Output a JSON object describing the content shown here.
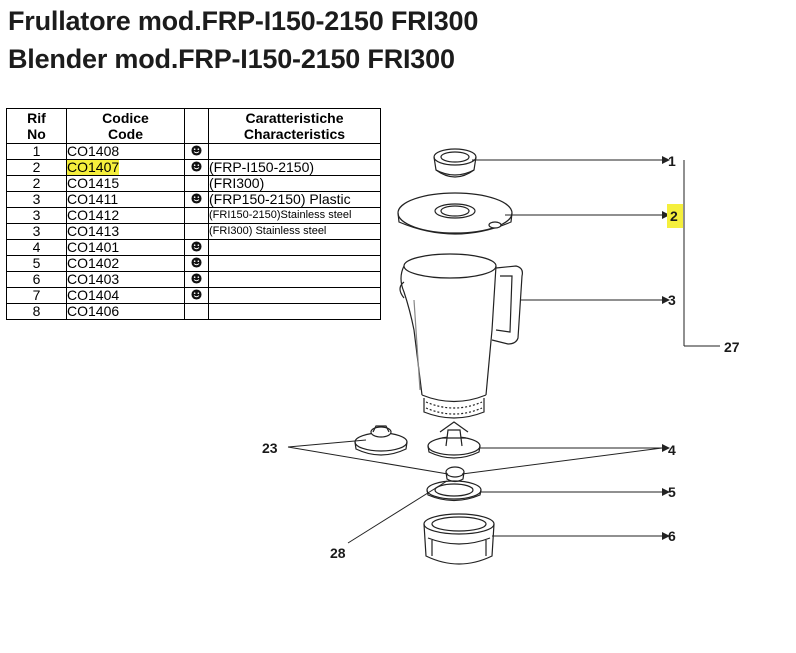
{
  "titles": {
    "italian": "Frullatore mod.FRP-I150-2150 FRI300",
    "english": "Blender mod.FRP-I150-2150 FRI300"
  },
  "table": {
    "headers": {
      "rif": "Rif No",
      "code": "Codice Code",
      "characteristics": "Caratteristiche Characteristics"
    },
    "rows": [
      {
        "rif": "1",
        "code": "CO1408",
        "mark": true,
        "desc": ""
      },
      {
        "rif": "2",
        "code": "CO1407",
        "mark": true,
        "desc": "(FRP-I150-2150)",
        "highlight": true
      },
      {
        "rif": "2",
        "code": "CO1415",
        "mark": false,
        "desc": "(FRI300)"
      },
      {
        "rif": "3",
        "code": "CO1411",
        "mark": true,
        "desc": "(FRP150-2150) Plastic"
      },
      {
        "rif": "3",
        "code": "CO1412",
        "mark": false,
        "desc": "(FRI150-2150)Stainless steel",
        "small": true
      },
      {
        "rif": "3",
        "code": "CO1413",
        "mark": false,
        "desc": "(FRI300) Stainless steel",
        "small": true
      },
      {
        "rif": "4",
        "code": "CO1401",
        "mark": true,
        "desc": ""
      },
      {
        "rif": "5",
        "code": "CO1402",
        "mark": true,
        "desc": ""
      },
      {
        "rif": "6",
        "code": "CO1403",
        "mark": true,
        "desc": ""
      },
      {
        "rif": "7",
        "code": "CO1404",
        "mark": true,
        "desc": ""
      },
      {
        "rif": "8",
        "code": "CO1406",
        "mark": false,
        "desc": ""
      }
    ],
    "mark_icon": "smiley-face-icon",
    "highlight_color": "#f5ef3c"
  },
  "diagram": {
    "callouts": [
      "1",
      "2",
      "3",
      "4",
      "5",
      "6",
      "23",
      "27",
      "28"
    ],
    "highlighted_callout": "2"
  }
}
